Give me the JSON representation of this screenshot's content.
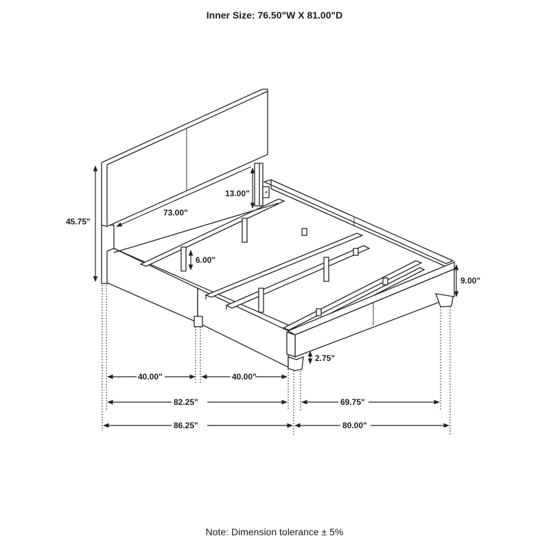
{
  "header": {
    "title": "Inner Size: 76.50\"W X 81.00\"D"
  },
  "footer": {
    "note": "Note: Dimension tolerance ± 5%"
  },
  "dimensions": {
    "headboard_height": "45.75\"",
    "headboard_width": "73.00\"",
    "headboard_clearance": "13.00\"",
    "center_leg_height": "6.00\"",
    "frame_height": "9.00\"",
    "leg_height": "2.75\"",
    "side_half_left": "40.00\"",
    "side_half_right": "40.00\"",
    "side_inner_length": "82.25\"",
    "overall_length": "86.25\"",
    "foot_inner_width": "69.75\"",
    "overall_width": "80.00\""
  },
  "colors": {
    "line": "#222222",
    "background": "#ffffff"
  }
}
